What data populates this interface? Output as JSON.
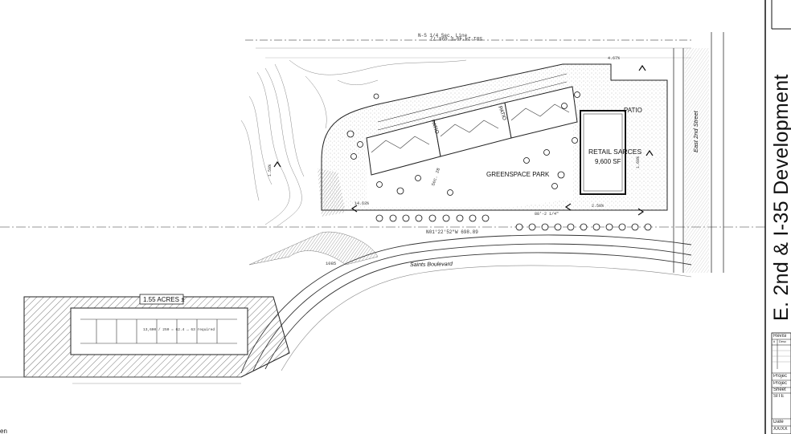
{
  "site": {
    "retail_label": "RETAIL SARCES",
    "retail_area": "9,600 SF",
    "patio_east": "PATIO",
    "patio_a": "PATIO",
    "patio_b": "PATIO",
    "greenspace": "GREENSPACE PARK",
    "acreage": "1.55 ACRES ±",
    "parking_note": "13,600 / 250 = 62.4 → 63 required",
    "street_east": "East 2nd Street",
    "street_south": "Saints Boulevard",
    "bearing_north": "S01°24'40\"E 698.77",
    "bearing_south": "N01°22'52\"W 698.89",
    "section_line": "N-S 1/4 Sec. Line",
    "sec_label": "Sec. 28",
    "slope_a": "14.63%",
    "slope_b": "2.50%",
    "slope_c": "1.60%",
    "slope_d": "1.50%",
    "slope_e": "4.67%",
    "dim_a": "88'-2 1/4\"",
    "contour": "1085",
    "legend_fragment": "en"
  },
  "title_block": {
    "project_title": "E. 2nd & I-35 Development",
    "revisions_label": "Revisi",
    "col_num": "#",
    "col_desc": "Desc",
    "project_label": "Projec",
    "project_label_2": "Projec",
    "sheet_label": "Sheet",
    "sheet_name": "SITE",
    "date_label": "Date",
    "date_value": "XX/XX"
  }
}
